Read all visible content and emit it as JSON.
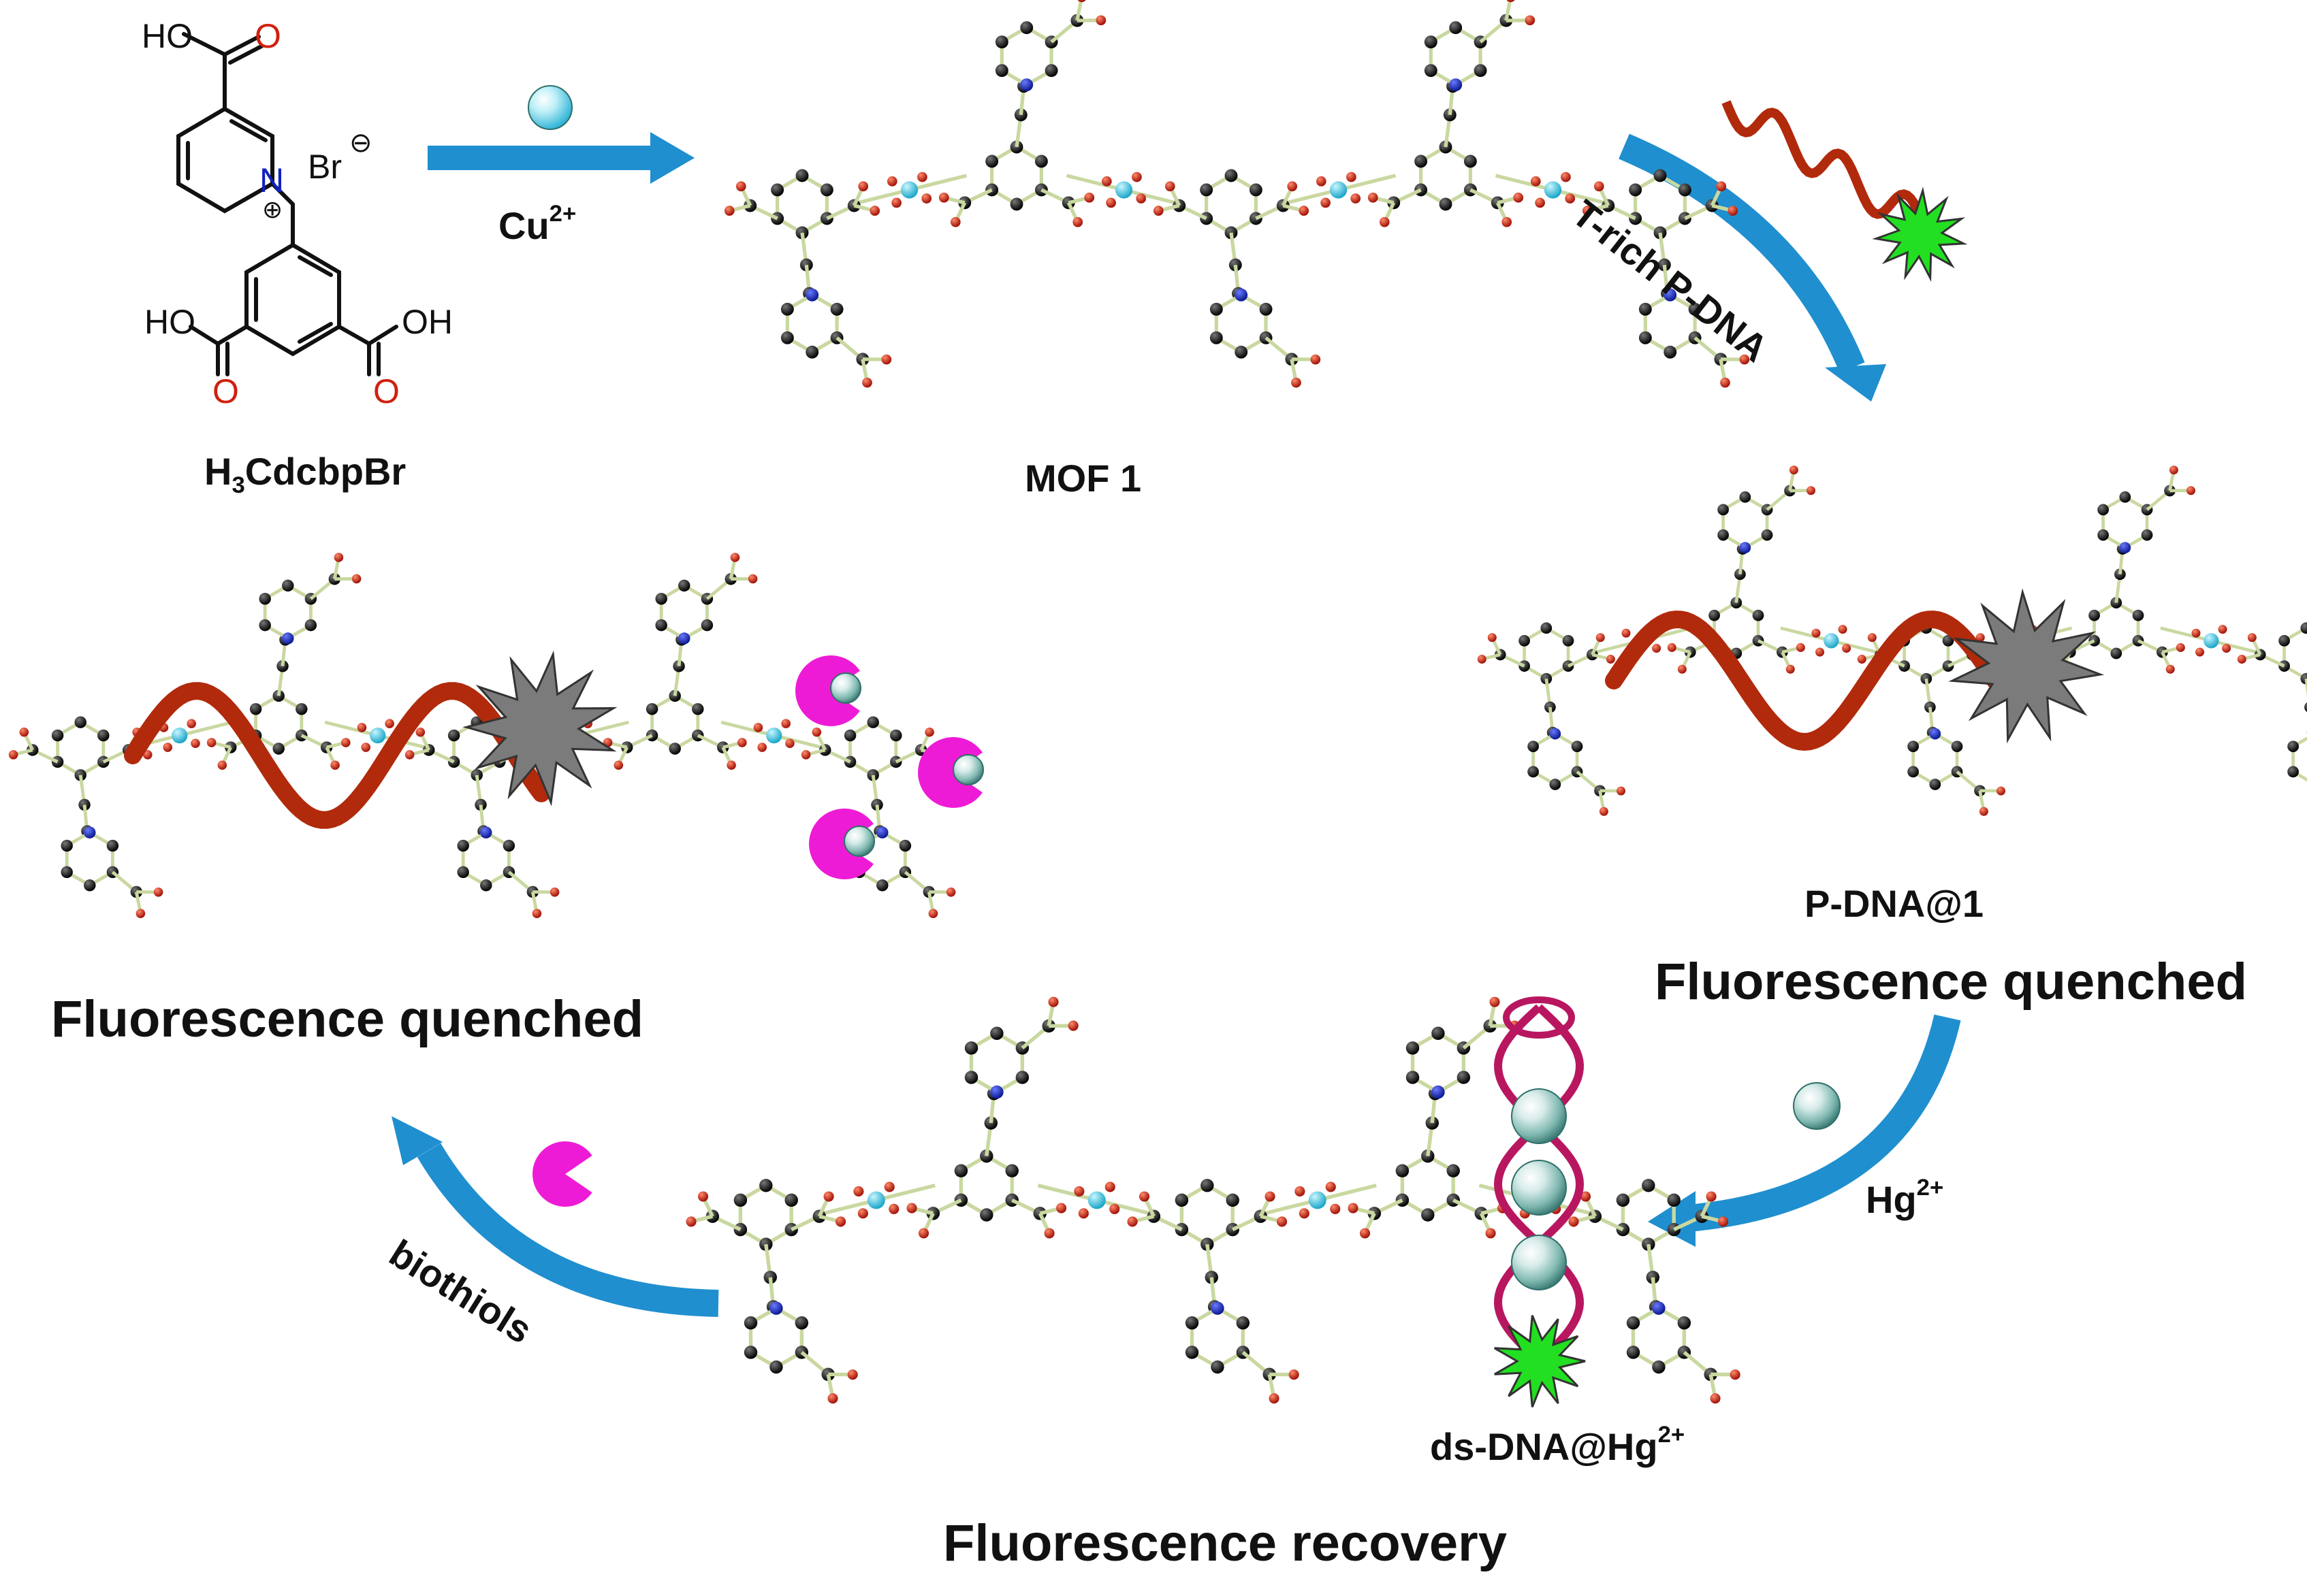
{
  "colors": {
    "arrow": "#1f8fcf",
    "dna": "#b12a0c",
    "fluorophore": "#22e021",
    "quencher": "#7b7b7b",
    "biothiol": "#ee1bd6",
    "hg_ion": "#7fb8b0",
    "cu_ion": "#45c9e3",
    "carbon": "#111111",
    "oxygen": "#d0200f",
    "nitrogen": "#1020c0",
    "bond": "#c9d8a0",
    "duplex": "#b81760"
  },
  "ligand": {
    "name_main": "H",
    "name_sub": "3",
    "name_tail": "CdcbpBr",
    "atoms": {
      "ho_top": "HO",
      "o_top": "O",
      "n": "N",
      "br": "Br",
      "ho_left": "HO",
      "oh_right": "OH",
      "o_left": "O",
      "o_right": "O",
      "charge_plus": "⊕",
      "charge_minus": "⊖"
    }
  },
  "steps": {
    "cu_label": "Cu",
    "cu_sup": "2+",
    "mof_label": "MOF 1",
    "pdna_step": "T-rich P-DNA",
    "pdna_complex": "P-DNA@1",
    "quenched_right": "Fluorescence quenched",
    "hg_label": "Hg",
    "hg_sup": "2+",
    "dsdna_label": "ds-DNA@Hg",
    "dsdna_sup": "2+",
    "recovery": "Fluorescence recovery",
    "biothiols": "biothiols",
    "quenched_left": "Fluorescence quenched"
  },
  "icons": {
    "arrows": "curved-arrow-icon",
    "fluorophore": "star-burst-icon",
    "quencher": "quencher-burst-icon",
    "biothiol": "pacman-icon",
    "ion": "sphere-icon"
  }
}
